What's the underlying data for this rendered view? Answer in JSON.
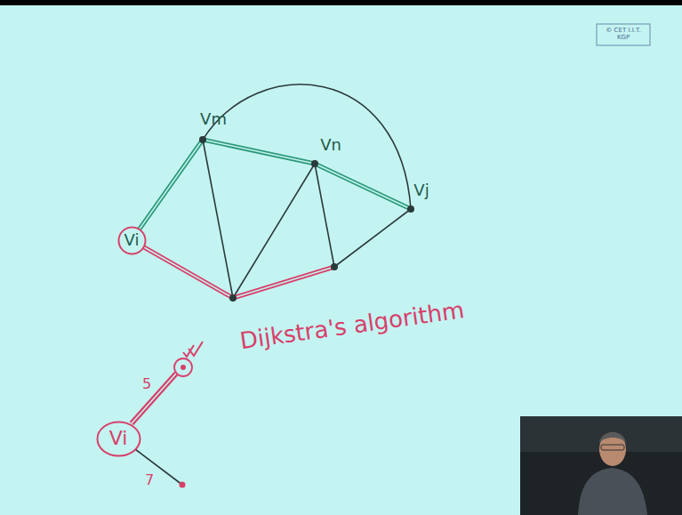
{
  "diagram": {
    "nodes": [
      {
        "text": [
          "Vi"
        ]
      },
      {
        "text": [
          "Vi"
        ]
      }
    ],
    "labels": [
      "Vm",
      "Vn",
      "Vj",
      "Dijkstra's algorithm",
      "5",
      "7",
      "© CET I.I.T. KGP"
    ]
  }
}
